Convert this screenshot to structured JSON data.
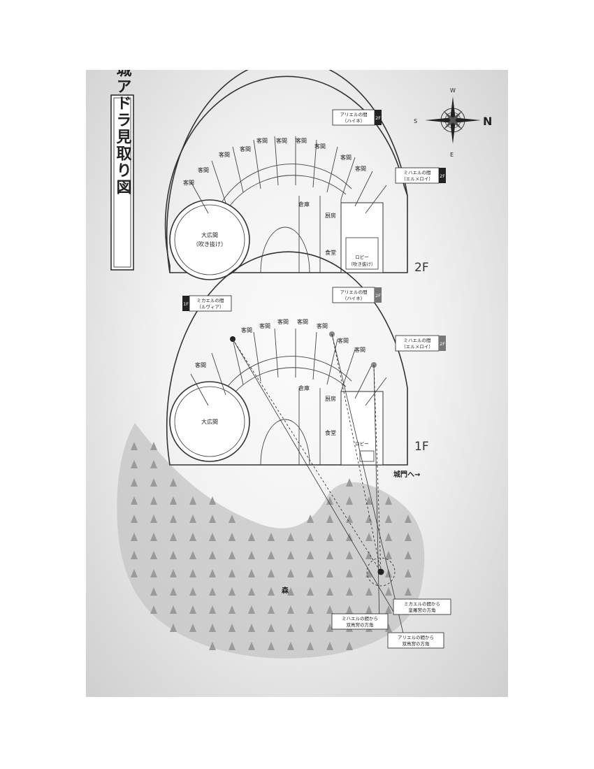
{
  "title": "剥離城アドラ見取り図",
  "compass": {
    "north": "N",
    "south": "S",
    "east": "E",
    "west": "W"
  },
  "floor2": {
    "label": "2F",
    "great_hall": "大広間",
    "great_hall_sub": "（吹き抜け）",
    "guest_room": "客間",
    "storage": "倉庫",
    "kitchen": "厨房",
    "dining": "食堂",
    "lobby": "ロビー",
    "lobby_sub": "（吹き抜け）",
    "ariel_room": "アリエルの間",
    "ariel_occupant": "（ハイネ）",
    "michael_room": "ミハエルの間",
    "michael_occupant": "（エルメロイ）",
    "badge": "2F"
  },
  "floor1": {
    "label": "1F",
    "great_hall": "大広間",
    "guest_room": "客間",
    "storage": "倉庫",
    "kitchen": "厨房",
    "dining": "食堂",
    "lobby": "ロビー",
    "mikael_room": "ミカエルの間",
    "mikael_occupant": "（ルヴィア）",
    "mikael_badge": "1F",
    "ariel_room": "アリエルの間",
    "ariel_occupant": "（ハイネ）",
    "ariel_badge": "2F",
    "michael_room": "ミハエルの間",
    "michael_occupant": "（エルメロイ）",
    "michael_badge": "2F"
  },
  "gate_label": "城門へ→",
  "forest_label": "森",
  "callouts": {
    "mikael_line1": "ミカエルの間から",
    "mikael_line2": "皇羅宮の方角",
    "michael_line1": "ミハエルの間から",
    "michael_line2": "双鳥宮の方角",
    "ariel_line1": "アリエルの間から",
    "ariel_line2": "双鳥宮の方角"
  },
  "colors": {
    "ink": "#222222",
    "forest": "#b9b9b9",
    "badge": "#222222"
  }
}
